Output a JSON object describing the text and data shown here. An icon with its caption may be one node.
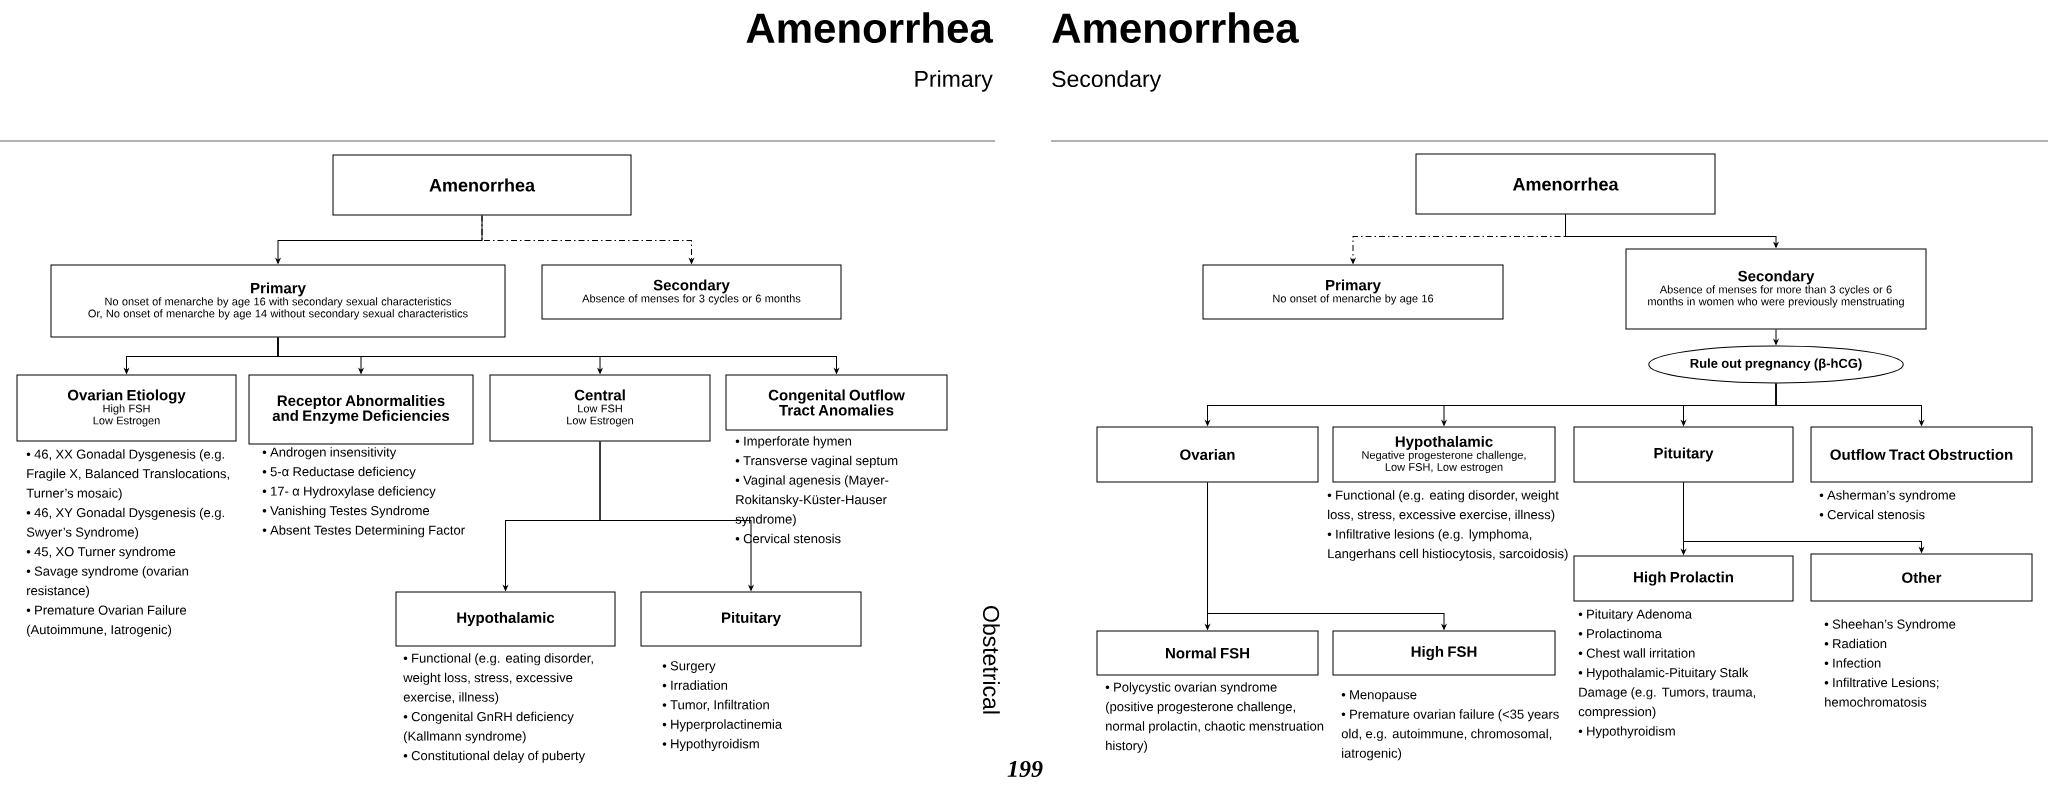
{
  "diagram": {
    "nodes": [
      {
        "text": [
          "Amenorrhea"
        ]
      },
      {
        "text": [
          "Primary",
          "No onset of menarche by age 16 with secondary sexual characteristics",
          "Or, No onset of menarche by age 14 without secondary sexual characteristics"
        ]
      },
      {
        "text": [
          "Secondary",
          "Absence of menses for 3 cycles or 6 months"
        ]
      },
      {
        "text": [
          "Ovarian Etiology",
          "High FSH",
          "Low Estrogen"
        ],
        "beside": [
          "• 46, XX Gonadal Dysgenesis (e.g. Fragile X, Balanced Translocations, Turner’s mosaic)",
          "• 46, XY Gonadal Dysgenesis (e.g. Swyer’s Syndrome)",
          "• 45, XO Turner syndrome",
          "• Savage syndrome (ovarian resistance)",
          "• Premature Ovarian Failure (Autoimmune, Iatrogenic)"
        ]
      },
      {
        "text": [
          "Receptor Abnormalities and Enzyme Deficiencies"
        ],
        "beside": [
          "• Androgen insensitivity",
          "• 5-α Reductase deficiency",
          "• 17- α Hydroxylase deficiency",
          "• Vanishing Testes Syndrome",
          "• Absent Testes Determining Factor"
        ]
      },
      {
        "text": [
          "Central",
          "Low FSH",
          "Low Estrogen"
        ]
      },
      {
        "text": [
          "Congenital Outflow Tract Anomalies"
        ],
        "beside": [
          "• Imperforate hymen",
          "• Transverse vaginal septum",
          "• Vaginal agenesis (Mayer-Rokitansky-Küster-Hauser syndrome)",
          "• Cervical stenosis"
        ]
      },
      {
        "text": [
          "Hypothalamic"
        ],
        "beside": [
          "• Functional (e.g. eating disorder, weight loss, stress, excessive exercise, illness)",
          "• Congenital GnRH deficiency (Kallmann syndrome)",
          "• Constitutional delay of puberty"
        ]
      },
      {
        "text": [
          "Pituitary"
        ],
        "beside": [
          "• Surgery",
          "• Irradiation",
          "• Tumor, Infiltration",
          "• Hyperprolactinemia",
          "• Hypothyroidism"
        ]
      },
      {
        "text": [
          "Amenorrhea"
        ]
      },
      {
        "text": [
          "Primary",
          "No onset of menarche by age 16"
        ]
      },
      {
        "text": [
          "Secondary",
          "Absence of menses for more than 3 cycles or 6 months in women who were previously menstruating"
        ]
      },
      {
        "text": [
          "Rule out pregnancy (β-hCG)"
        ]
      },
      {
        "text": [
          "Ovarian"
        ]
      },
      {
        "text": [
          "Hypothalamic",
          "Negative progesterone challenge, Low FSH, Low estrogen"
        ],
        "beside": [
          "• Functional (e.g. eating disorder, weight loss, stress, excessive exercise, illness)",
          "• Infiltrative lesions (e.g. lymphoma, Langerhans cell histiocytosis, sarcoidosis)"
        ]
      },
      {
        "text": [
          "Pituitary"
        ]
      },
      {
        "text": [
          "Outflow Tract Obstruction"
        ],
        "beside": [
          "• Asherman’s syndrome",
          "• Cervical stenosis"
        ]
      },
      {
        "text": [
          "High Prolactin"
        ],
        "beside": [
          "• Pituitary Adenoma",
          "• Prolactinoma",
          "• Chest wall irritation",
          "• Hypothalamic-Pituitary Stalk Damage (e.g. Tumors, trauma, compression)",
          "• Hypothyroidism"
        ]
      },
      {
        "text": [
          "Other"
        ],
        "beside": [
          "• Sheehan’s Syndrome",
          "• Radiation",
          "• Infection",
          "• Infiltrative Lesions; hemochromatosis"
        ]
      },
      {
        "text": [
          "Normal FSH"
        ],
        "beside": [
          "• Polycystic ovarian syndrome (positive progesterone challenge, normal prolactin, chaotic menstruation history)"
        ]
      },
      {
        "text": [
          "High FSH"
        ],
        "beside": [
          "• Menopause",
          "• Premature ovarian failure (<35 years old, e.g. autoimmune, chromosomal, iatrogenic)"
        ]
      }
    ],
    "edges": [
      {
        "from": 0,
        "to": 1,
        "arrow": "to"
      },
      {
        "from": 0,
        "to": 2,
        "arrow": "to",
        "style": "dashed"
      },
      {
        "from": 1,
        "to": 3,
        "arrow": "to"
      },
      {
        "from": 1,
        "to": 4,
        "arrow": "to"
      },
      {
        "from": 1,
        "to": 5,
        "arrow": "to"
      },
      {
        "from": 1,
        "to": 6,
        "arrow": "to"
      },
      {
        "from": 5,
        "to": 7,
        "arrow": "to"
      },
      {
        "from": 5,
        "to": 8,
        "arrow": "to"
      },
      {
        "from": 9,
        "to": 10,
        "arrow": "to",
        "style": "dashed"
      },
      {
        "from": 9,
        "to": 11,
        "arrow": "to"
      },
      {
        "from": 11,
        "to": 12,
        "arrow": "to"
      },
      {
        "from": 12,
        "to": 13,
        "arrow": "to"
      },
      {
        "from": 12,
        "to": 14,
        "arrow": "to"
      },
      {
        "from": 12,
        "to": 15,
        "arrow": "to"
      },
      {
        "from": 12,
        "to": 16,
        "arrow": "to"
      },
      {
        "from": 15,
        "to": 17,
        "arrow": "to"
      },
      {
        "from": 15,
        "to": 18,
        "arrow": "to"
      },
      {
        "from": 13,
        "to": 19,
        "arrow": "to"
      },
      {
        "from": 13,
        "to": 20,
        "arrow": "to"
      }
    ],
    "labels": [
      "Amenorrhea",
      "Primary",
      "Amenorrhea",
      "Secondary",
      "Obstetrical",
      "199"
    ]
  }
}
